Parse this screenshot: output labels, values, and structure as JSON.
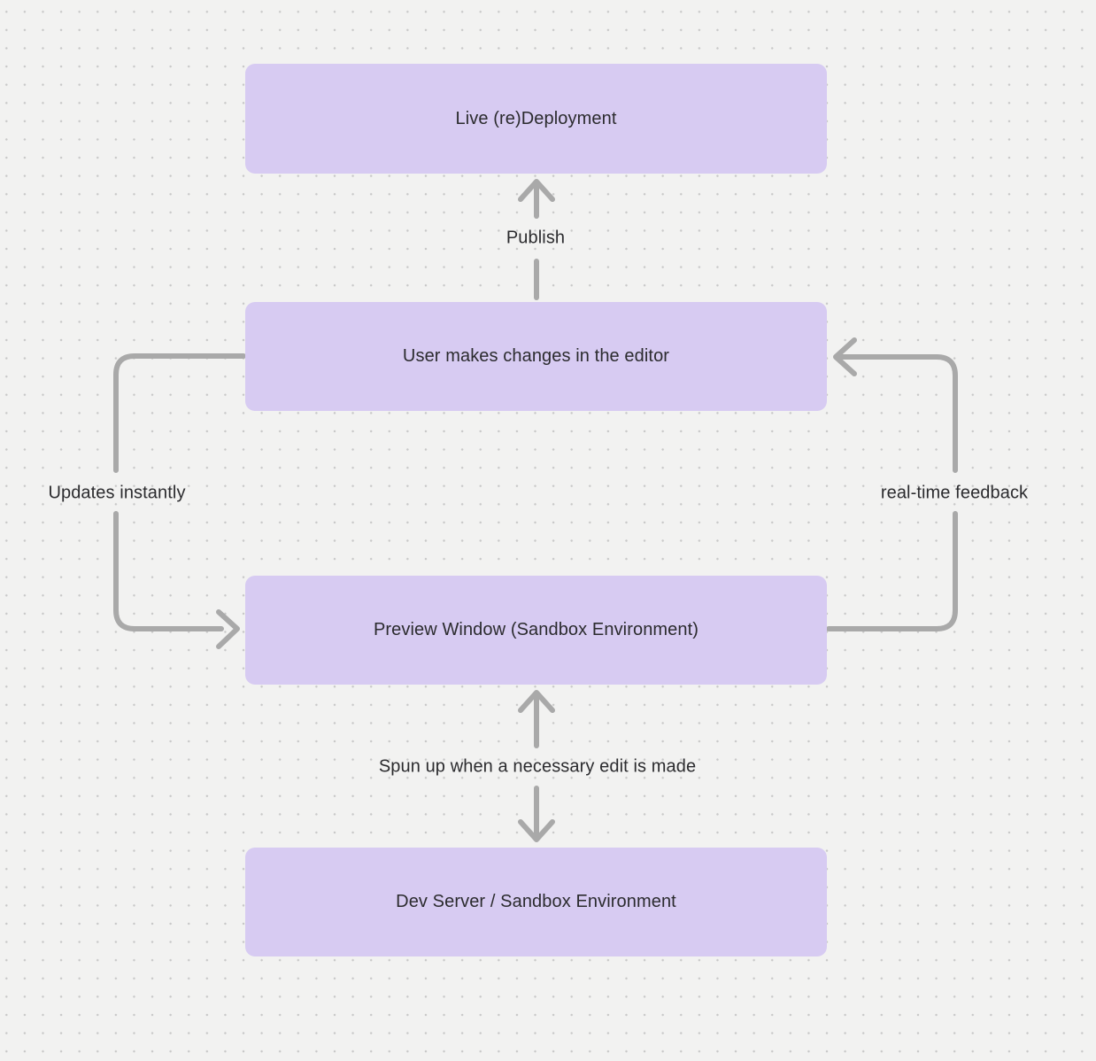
{
  "colors": {
    "canvas_bg": "#f2f2f1",
    "dot": "#c8c8c8",
    "node_fill": "#d7cbf2",
    "node_text": "#2b2b2e",
    "label_text": "#2b2b2e",
    "arrow": "#a9a9a9"
  },
  "nodes": [
    {
      "id": "live-redeployment",
      "label": "Live (re)Deployment"
    },
    {
      "id": "user-editor",
      "label": "User makes changes in the editor"
    },
    {
      "id": "preview-window",
      "label": "Preview Window (Sandbox Environment)"
    },
    {
      "id": "dev-server",
      "label": "Dev Server / Sandbox Environment"
    }
  ],
  "edges": [
    {
      "id": "publish",
      "label": "Publish",
      "from": "user-editor",
      "to": "live-redeployment",
      "direction": "up"
    },
    {
      "id": "updates-instantly",
      "label": "Updates instantly",
      "from": "user-editor",
      "to": "preview-window",
      "direction": "down-left-side"
    },
    {
      "id": "real-time-feedback",
      "label": "real-time feedback",
      "from": "preview-window",
      "to": "user-editor",
      "direction": "up-right-side"
    },
    {
      "id": "spun-up",
      "label": "Spun up when a necessary edit is made",
      "from": "preview-window",
      "to": "dev-server",
      "direction": "both"
    }
  ]
}
